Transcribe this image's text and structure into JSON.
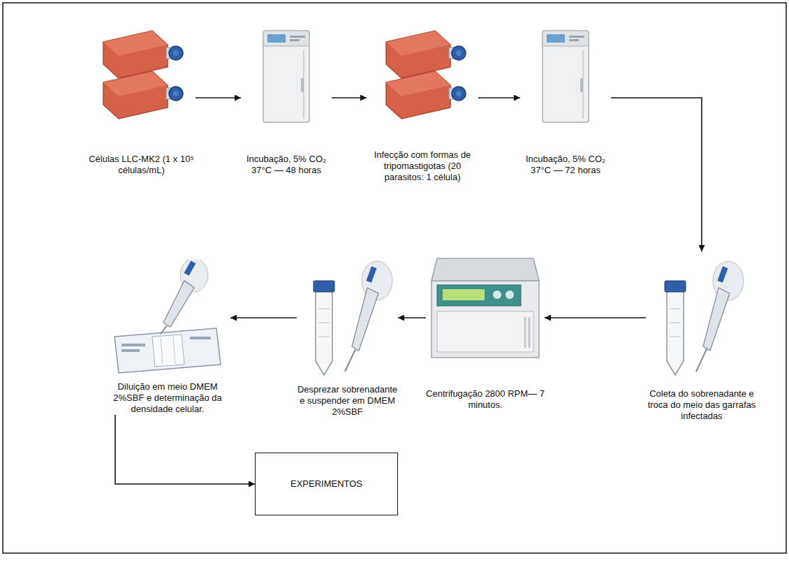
{
  "diagram": {
    "nodes": [
      {
        "text": [
          "Células LLC-MK2 (1 x 10⁵ células/mL)"
        ]
      },
      {
        "text": [
          "Incubação, 5% CO₂ 37°C — 48 horas"
        ]
      },
      {
        "text": [
          "Infecção com formas de tripomastigotas (20 parasitos: 1 célula)"
        ]
      },
      {
        "text": [
          "Incubação, 5% CO₂ 37°C — 72 horas"
        ]
      },
      {
        "text": [
          "Coleta do sobrenadante e troca do meio das garrafas infectadas"
        ]
      },
      {
        "text": [
          "Centrifugação 2800 RPM— 7 minutos."
        ]
      },
      {
        "text": [
          "Desprezar sobrenadante e suspender em DMEM 2%SBF"
        ]
      },
      {
        "text": [
          "Diluição em meio DMEM 2%SBF e determinação da densidade celular."
        ]
      },
      {
        "text": [
          "EXPERIMENTOS"
        ]
      }
    ],
    "edges": [
      {
        "from": 0,
        "to": 1,
        "arrow": "to"
      },
      {
        "from": 1,
        "to": 2,
        "arrow": "to"
      },
      {
        "from": 2,
        "to": 3,
        "arrow": "to"
      },
      {
        "from": 3,
        "to": 4,
        "arrow": "to"
      },
      {
        "from": 4,
        "to": 5,
        "arrow": "to"
      },
      {
        "from": 5,
        "to": 6,
        "arrow": "to"
      },
      {
        "from": 6,
        "to": 7,
        "arrow": "to"
      },
      {
        "from": 7,
        "to": 8,
        "arrow": "to"
      }
    ]
  }
}
